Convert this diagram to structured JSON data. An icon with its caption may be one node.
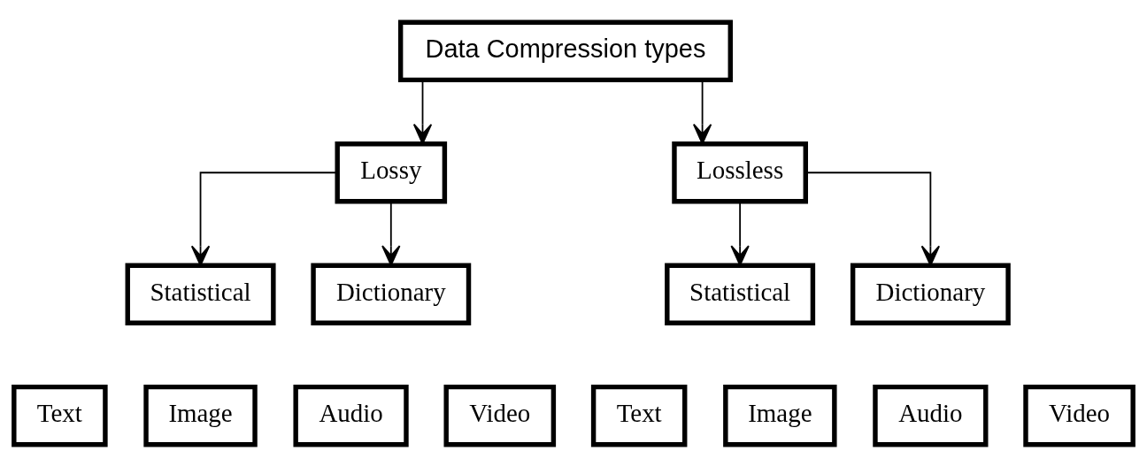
{
  "diagram": {
    "nodes": [
      {
        "text": [
          "Data Compression types"
        ]
      },
      {
        "text": [
          "Lossy"
        ]
      },
      {
        "text": [
          "Lossless"
        ]
      },
      {
        "text": [
          "Statistical"
        ]
      },
      {
        "text": [
          "Dictionary"
        ]
      },
      {
        "text": [
          "Statistical"
        ]
      },
      {
        "text": [
          "Dictionary"
        ]
      },
      {
        "text": [
          "Text"
        ]
      },
      {
        "text": [
          "Image"
        ]
      },
      {
        "text": [
          "Audio"
        ]
      },
      {
        "text": [
          "Video"
        ]
      },
      {
        "text": [
          "Text"
        ]
      },
      {
        "text": [
          "Image"
        ]
      },
      {
        "text": [
          "Audio"
        ]
      },
      {
        "text": [
          "Video"
        ]
      }
    ],
    "edges": [
      {
        "from": 0,
        "to": 1,
        "arrow": "to"
      },
      {
        "from": 0,
        "to": 2,
        "arrow": "to"
      },
      {
        "from": 1,
        "to": 3,
        "arrow": "to"
      },
      {
        "from": 1,
        "to": 4,
        "arrow": "to"
      },
      {
        "from": 2,
        "to": 5,
        "arrow": "to"
      },
      {
        "from": 2,
        "to": 6,
        "arrow": "to"
      }
    ]
  }
}
